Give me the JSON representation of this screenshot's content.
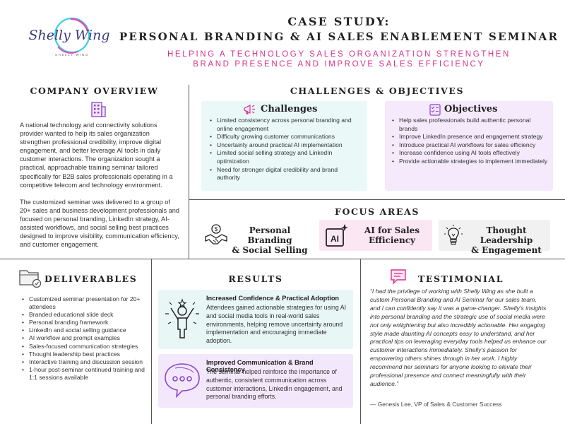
{
  "logo": {
    "brand": "Shelly Wing",
    "tagline": "SHELLY WING"
  },
  "header": {
    "title_line1": "CASE STUDY:",
    "title_line2": "PERSONAL BRANDING & AI SALES ENABLEMENT SEMINAR",
    "subtitle_line1": "HELPING A TECHNOLOGY SALES ORGANIZATION STRENGTHEN",
    "subtitle_line2": "BRAND PRESENCE AND IMPROVE SALES EFFICIENCY"
  },
  "overview": {
    "title": "COMPANY OVERVIEW",
    "icon": "building-icon",
    "paragraph1": "A national technology and connectivity solutions provider wanted to help its sales organization strengthen professional credibility, improve digital engagement, and better leverage AI tools in daily customer interactions. The organization sought a practical, approachable training seminar tailored specifically for B2B sales professionals operating in a competitive telecom and technology environment.",
    "paragraph2": "The customized seminar was delivered to a group of 20+ sales and business development professionals and focused on personal branding, LinkedIn strategy, AI-assisted workflows, and social selling best practices designed to improve visibility, communication efficiency, and customer engagement."
  },
  "challenges_objectives": {
    "title": "CHALLENGES & OBJECTIVES",
    "challenges": {
      "title": "Challenges",
      "icon": "megaphone-icon",
      "items": [
        "Limited consistency across personal branding and online engagement",
        "Difficulty growing customer communications",
        "Uncertainty around practical AI implementation",
        "Limited social selling strategy and LinkedIn optimization",
        "Need for stronger digital credibility and brand authority"
      ]
    },
    "objectives": {
      "title": "Objectives",
      "icon": "checklist-icon",
      "items": [
        "Help sales professionals build authentic personal brands",
        "Improve LinkedIn presence and engagement strategy",
        "Introduce practical AI workflows for sales efficiency",
        "Increase confidence using AI tools effectively",
        "Provide actionable strategies to implement immediately"
      ]
    }
  },
  "focus": {
    "title": "FOCUS AREAS",
    "items": [
      {
        "line1": "Personal Branding",
        "line2": "& Social Selling",
        "icon": "handshake-icon"
      },
      {
        "line1": "AI for Sales",
        "line2": "Efficiency",
        "icon": "ai-icon"
      },
      {
        "line1": "Thought Leadership",
        "line2": "& Engagement",
        "icon": "lightbulb-icon"
      }
    ]
  },
  "deliverables": {
    "title": "DELIVERABLES",
    "icon": "folder-icon",
    "items": [
      "Customized seminar presentation for 20+ attendees",
      "Branded educational slide deck",
      "Personal branding framework",
      "LinkedIn and social selling guidance",
      "AI workflow and prompt examples",
      "Sales-focused communication strategies",
      "Thought leadership best practices",
      "Interactive training and discussion session",
      "1-hour post-seminar continued training and 1:1 sessions available"
    ]
  },
  "results": {
    "title": "RESULTS",
    "items": [
      {
        "heading": "Increased Confidence & Practical Adoption",
        "body": "Attendees gained actionable strategies for using AI and social media tools in real-world sales environments, helping remove uncertainty around implementation and encouraging immediate adoption.",
        "icon": "celebrating-person-icon"
      },
      {
        "heading": "Improved Communication & Brand Consistency",
        "body": "The seminar helped reinforce the importance of authentic, consistent communication across customer interactions, LinkedIn engagement, and personal branding efforts.",
        "icon": "chat-bubbles-icon"
      }
    ]
  },
  "testimonial": {
    "title": "TESTIMONIAL",
    "icon": "speech-bubble-icon",
    "quote": "“I had the privilege of working with Shelly Wing as she built a custom Personal Branding and AI Seminar for our sales team, and I can confidently say it was a game-changer. Shelly’s insights into personal branding and the strategic use of social media were not only enlightening but also incredibly actionable. Her engaging style made daunting AI concepts easy to understand, and her practical tips on leveraging everyday tools helped us enhance our customer interactions immediately. Shelly’s passion for empowering others shines through in her work. I highly recommend her seminars for anyone looking to elevate their professional presence and connect meaningfully with their audience.”",
    "author": "— Genesis Lee, VP of Sales & Customer Success"
  },
  "colors": {
    "accent_pink": "#d6338a",
    "challenges_bg": "#eaf8f8",
    "objectives_bg": "#f4eafb",
    "focus_ai_bg": "#fbe6f3",
    "focus_thought_bg": "#f1f1f1",
    "results_1_bg": "#e8f6f6",
    "results_2_bg": "#f3e8fb",
    "icon_purple": "#8a45c8"
  }
}
